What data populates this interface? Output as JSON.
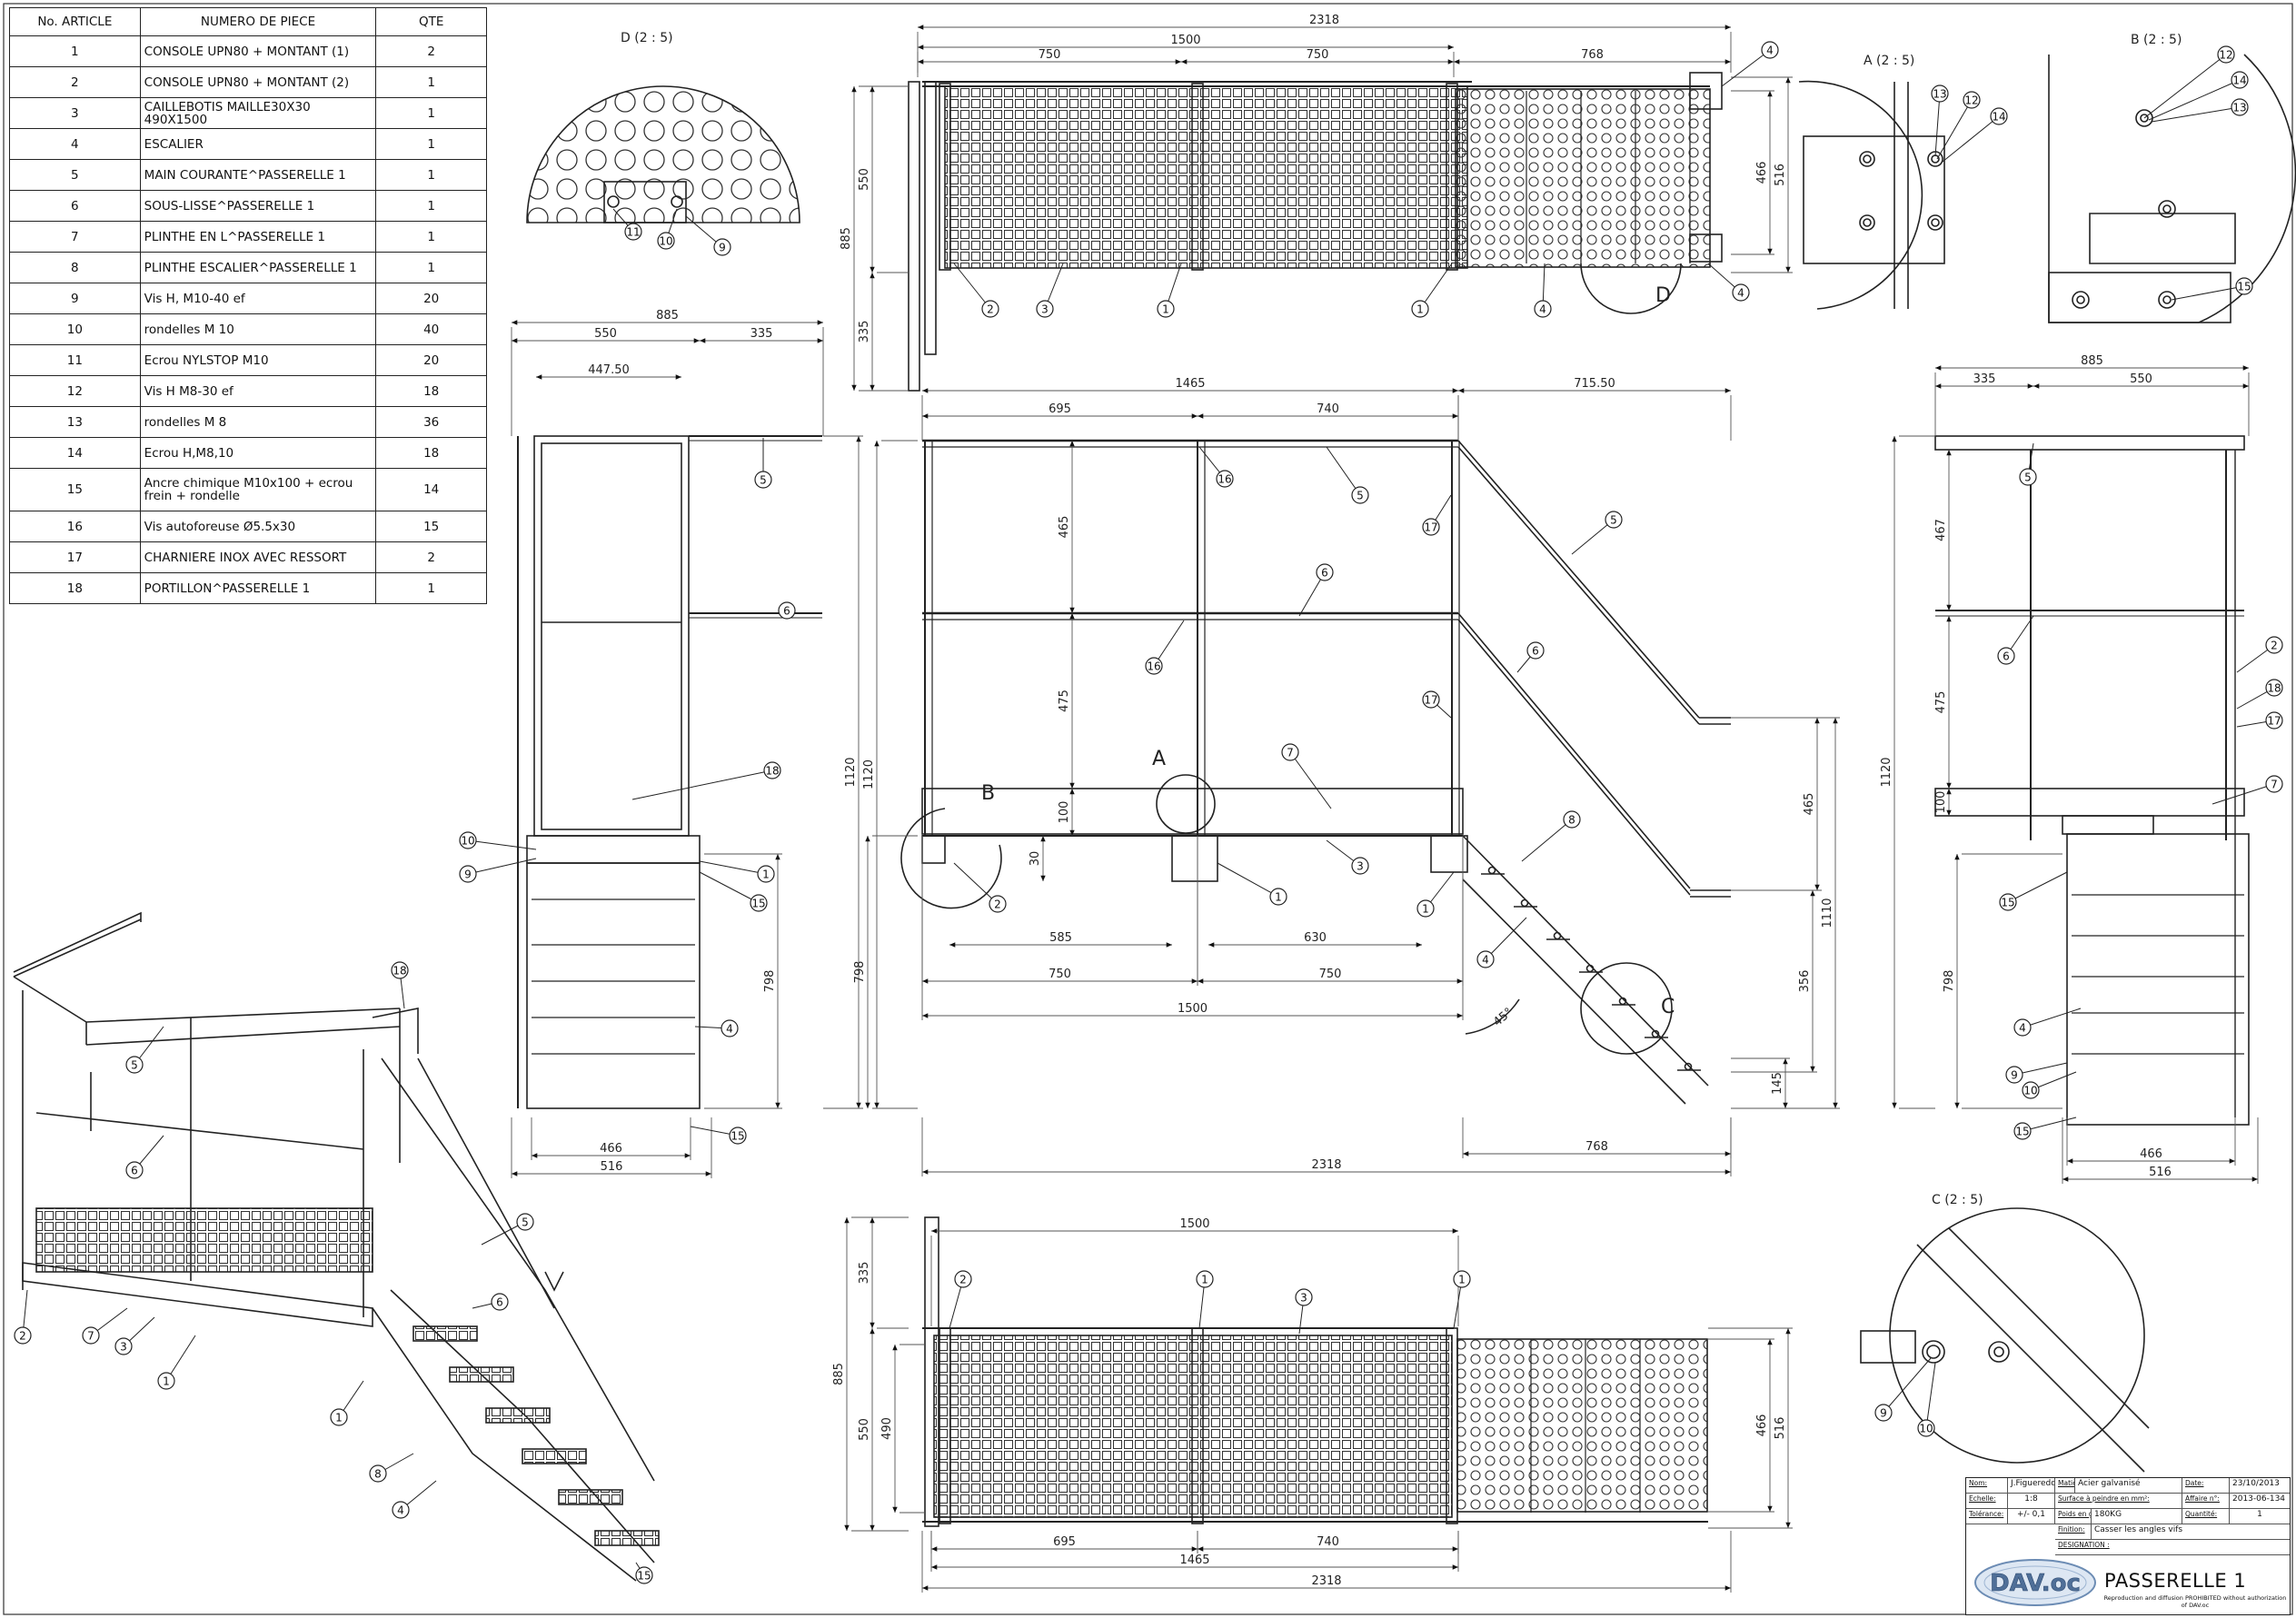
{
  "bom": {
    "headers": [
      "No. ARTICLE",
      "NUMERO DE PIECE",
      "QTE"
    ],
    "rows": [
      {
        "no": "1",
        "name": "CONSOLE UPN80 + MONTANT (1)",
        "qte": "2"
      },
      {
        "no": "2",
        "name": "CONSOLE UPN80 + MONTANT (2)",
        "qte": "1"
      },
      {
        "no": "3",
        "name": "CAILLEBOTIS MAILLE30X30 490X1500",
        "qte": "1"
      },
      {
        "no": "4",
        "name": "ESCALIER",
        "qte": "1"
      },
      {
        "no": "5",
        "name": "MAIN COURANTE^PASSERELLE 1",
        "qte": "1"
      },
      {
        "no": "6",
        "name": "SOUS-LISSE^PASSERELLE 1",
        "qte": "1"
      },
      {
        "no": "7",
        "name": "PLINTHE EN L^PASSERELLE 1",
        "qte": "1"
      },
      {
        "no": "8",
        "name": "PLINTHE ESCALIER^PASSERELLE 1",
        "qte": "1"
      },
      {
        "no": "9",
        "name": "Vis H, M10-40 ef",
        "qte": "20"
      },
      {
        "no": "10",
        "name": "rondelles M 10",
        "qte": "40"
      },
      {
        "no": "11",
        "name": "Ecrou NYLSTOP M10",
        "qte": "20"
      },
      {
        "no": "12",
        "name": "Vis H M8-30 ef",
        "qte": "18"
      },
      {
        "no": "13",
        "name": "rondelles M 8",
        "qte": "36"
      },
      {
        "no": "14",
        "name": "Ecrou H,M8,10",
        "qte": "18"
      },
      {
        "no": "15",
        "name": "Ancre chimique M10x100 + ecrou frein + rondelle",
        "qte": "14"
      },
      {
        "no": "16",
        "name": "Vis autoforeuse Ø5.5x30",
        "qte": "15"
      },
      {
        "no": "17",
        "name": "CHARNIERE INOX AVEC RESSORT",
        "qte": "2"
      },
      {
        "no": "18",
        "name": "PORTILLON^PASSERELLE 1",
        "qte": "1"
      }
    ]
  },
  "views": {
    "detail_a": "A  (2 : 5)",
    "detail_b": "B  (2 : 5)",
    "detail_c": "C  (2 : 5)",
    "detail_d": "D  (2 : 5)",
    "marker_a": "A",
    "marker_b": "B",
    "marker_c": "C",
    "marker_d": "D"
  },
  "dims": {
    "top": {
      "overall": "2318",
      "deck": "1500",
      "half_l": "750",
      "half_r": "750",
      "stair": "768",
      "h550": "550",
      "h885": "885",
      "h335": "335",
      "h466": "466",
      "h516": "516"
    },
    "front": {
      "d1465": "1465",
      "d71550": "715.50",
      "d695": "695",
      "d740": "740",
      "d465": "465",
      "d475": "475",
      "d100": "100",
      "d1120": "1120",
      "d30": "30",
      "d585": "585",
      "d630": "630",
      "d750a": "750",
      "d750b": "750",
      "d1500": "1500",
      "d798": "798",
      "d2318": "2318",
      "d768": "768",
      "d465r": "465",
      "d1110": "1110",
      "d356": "356",
      "d145": "145",
      "angle": "45°"
    },
    "left": {
      "d885": "885",
      "d550": "550",
      "d335": "335",
      "d44750": "447.50",
      "d1120": "1120",
      "d798": "798",
      "d466": "466",
      "d516": "516"
    },
    "right": {
      "d885": "885",
      "d335": "335",
      "d550": "550",
      "d467": "467",
      "d475": "475",
      "d100": "100",
      "d1120": "1120",
      "d798": "798",
      "d466": "466",
      "d516": "516"
    },
    "bottom": {
      "d1500": "1500",
      "d335": "335",
      "d885": "885",
      "d550": "550",
      "d490": "490",
      "d466": "466",
      "d516": "516",
      "d695": "695",
      "d740": "740",
      "d1465": "1465",
      "d2318": "2318"
    }
  },
  "balloons": {
    "top": [
      "4",
      "2",
      "3",
      "1",
      "1",
      "4",
      "4"
    ],
    "det_d": [
      "11",
      "10",
      "9"
    ],
    "det_a": [
      "13",
      "12",
      "14"
    ],
    "det_b": [
      "12",
      "14",
      "13",
      "15"
    ],
    "det_c": [
      "9",
      "10"
    ],
    "left": [
      "5",
      "6",
      "18",
      "10",
      "9",
      "1",
      "15",
      "4",
      "15"
    ],
    "front": [
      "16",
      "5",
      "17",
      "6",
      "16",
      "17",
      "7",
      "5",
      "6",
      "3",
      "8",
      "2",
      "1",
      "1",
      "4"
    ],
    "right": [
      "5",
      "6",
      "2",
      "18",
      "17",
      "7",
      "15",
      "4",
      "9",
      "10",
      "15"
    ],
    "bottom": [
      "2",
      "1",
      "3",
      "1"
    ],
    "iso": [
      "18",
      "5",
      "6",
      "5",
      "6",
      "2",
      "7",
      "3",
      "1",
      "1",
      "8",
      "4",
      "15"
    ]
  },
  "titleblock": {
    "nom_label": "Nom:",
    "nom": "J.Figueredo",
    "matiere_label": "Matière:",
    "matiere": "Acier galvanisé",
    "date_label": "Date:",
    "date": "23/10/2013",
    "echelle_label": "Echelle:",
    "echelle": "1:8",
    "surface_label": "Surface à peindre en mm²:",
    "affaire_label": "Affaire n°:",
    "affaire": "2013-06-134",
    "tolerance_label": "Tolérance:",
    "tolerance": "+/- 0,1",
    "poids_label": "Poids en g:",
    "poids": "180KG",
    "quantite_label": "Quantité:",
    "quantite": "1",
    "finition_label": "Finition:",
    "finition": "Casser les angles vifs",
    "designation_label": "DESIGNATION :",
    "title": "PASSERELLE 1",
    "legal": "Reproduction and diffusion PROHIBITED without authorization of DAV.oc",
    "logo": "DAV.oc"
  }
}
